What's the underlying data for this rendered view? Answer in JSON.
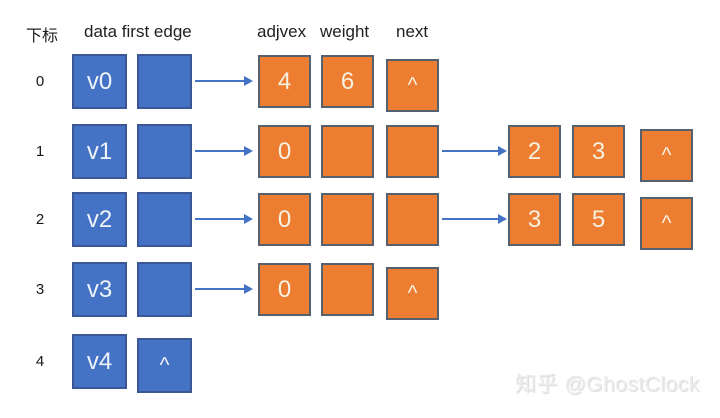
{
  "diagram": {
    "type": "adjacency-list",
    "colors": {
      "vertex_fill": "#4472C4",
      "vertex_border": "#3B5796",
      "edge_node_fill": "#ED7D31",
      "edge_node_border": "#566170",
      "arrow": "#4472C4",
      "header_text": "#1f1f1f",
      "box_text": "#F7F1E1",
      "watermark_text": "#ececec"
    },
    "headers": {
      "index_label": "下标",
      "data_first_edge": "data first edge",
      "adjvex": "adjvex",
      "weight": "weight",
      "next": "next"
    },
    "rows": [
      {
        "index": "0",
        "data": "v0",
        "first_edge": "",
        "node1": {
          "adjvex": "4",
          "weight": "6",
          "next": "^"
        },
        "node2": null
      },
      {
        "index": "1",
        "data": "v1",
        "first_edge": "",
        "node1": {
          "adjvex": "0",
          "weight": "",
          "next": ""
        },
        "node2": {
          "adjvex": "2",
          "weight": "3",
          "next": "^"
        }
      },
      {
        "index": "2",
        "data": "v2",
        "first_edge": "",
        "node1": {
          "adjvex": "0",
          "weight": "",
          "next": ""
        },
        "node2": {
          "adjvex": "3",
          "weight": "5",
          "next": "^"
        }
      },
      {
        "index": "3",
        "data": "v3",
        "first_edge": "",
        "node1": {
          "adjvex": "0",
          "weight": "",
          "next": "^"
        },
        "node2": null
      },
      {
        "index": "4",
        "data": "v4",
        "first_edge": "^",
        "node1": null,
        "node2": null
      }
    ],
    "watermark": "知乎 @GhostClock"
  }
}
